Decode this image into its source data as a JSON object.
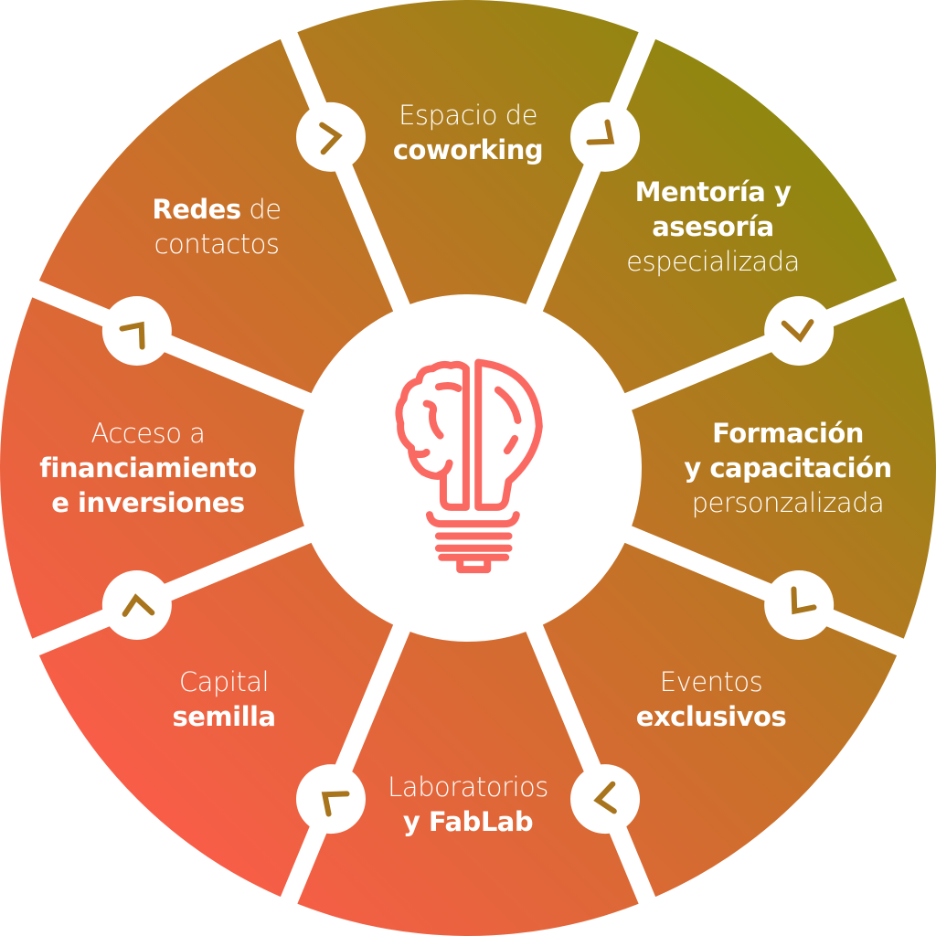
{
  "colors": {
    "gradient_start": "#ff5a4c",
    "gradient_end": "#8a8a0c",
    "icon": "#fa6a62",
    "divider": "#ffffff"
  },
  "center_icon": "brain-lightbulb-icon",
  "segments": [
    {
      "id": "coworking",
      "lines": [
        [
          {
            "t": "Espacio de",
            "b": false
          }
        ],
        [
          {
            "t": "coworking",
            "b": true
          }
        ]
      ]
    },
    {
      "id": "mentoria",
      "lines": [
        [
          {
            "t": "Mentoría y",
            "b": true
          }
        ],
        [
          {
            "t": "asesoría",
            "b": true
          }
        ],
        [
          {
            "t": "especializada",
            "b": false
          }
        ]
      ]
    },
    {
      "id": "formacion",
      "lines": [
        [
          {
            "t": "Formación",
            "b": true
          }
        ],
        [
          {
            "t": "y capacitación",
            "b": true
          }
        ],
        [
          {
            "t": "personzalizada",
            "b": false
          }
        ]
      ]
    },
    {
      "id": "eventos",
      "lines": [
        [
          {
            "t": "Eventos",
            "b": false
          }
        ],
        [
          {
            "t": "exclusivos",
            "b": true
          }
        ]
      ]
    },
    {
      "id": "laboratorios",
      "lines": [
        [
          {
            "t": "Laboratorios",
            "b": false
          }
        ],
        [
          {
            "t": "y FabLab",
            "b": true
          }
        ]
      ]
    },
    {
      "id": "capital",
      "lines": [
        [
          {
            "t": "Capital",
            "b": false
          }
        ],
        [
          {
            "t": "semilla",
            "b": true
          }
        ]
      ]
    },
    {
      "id": "financiamiento",
      "lines": [
        [
          {
            "t": "Acceso a",
            "b": false
          }
        ],
        [
          {
            "t": "financiamiento",
            "b": true
          }
        ],
        [
          {
            "t": "e inversiones",
            "b": true
          }
        ]
      ]
    },
    {
      "id": "redes",
      "lines": [
        [
          {
            "t": "Redes",
            "b": true
          },
          {
            "t": " de",
            "b": false
          }
        ],
        [
          {
            "t": "contactos",
            "b": false
          }
        ]
      ]
    }
  ]
}
